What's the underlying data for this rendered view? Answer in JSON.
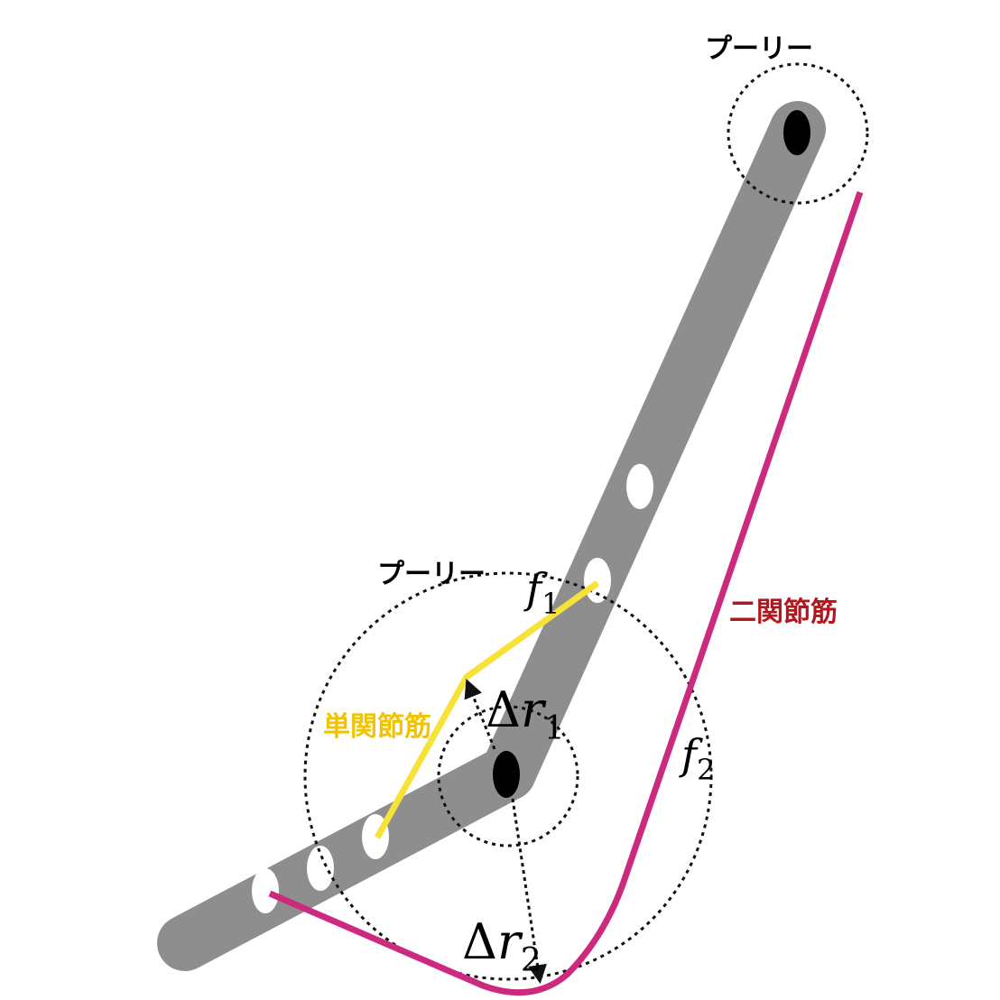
{
  "labels": {
    "pulley_top": "プーリー",
    "pulley_mid": "プーリー",
    "mono_muscle": "単関節筋",
    "bi_muscle": "二関節筋"
  },
  "math": {
    "f1_base": "f",
    "f1_sub": "1",
    "f2_base": "f",
    "f2_sub": "2",
    "dr1_delta": "Δ",
    "dr1_base": "r",
    "dr1_sub": "1",
    "dr2_delta": "Δ",
    "dr2_base": "r",
    "dr2_sub": "2"
  },
  "colors": {
    "link": "#8e8e8e",
    "joint": "#000000",
    "hole": "#ffffff",
    "mono_muscle": "#f7e23a",
    "mono_label": "#f2c300",
    "bi_muscle": "#cc2a7e",
    "bi_label": "#b5161e",
    "dashed": "#111111"
  }
}
